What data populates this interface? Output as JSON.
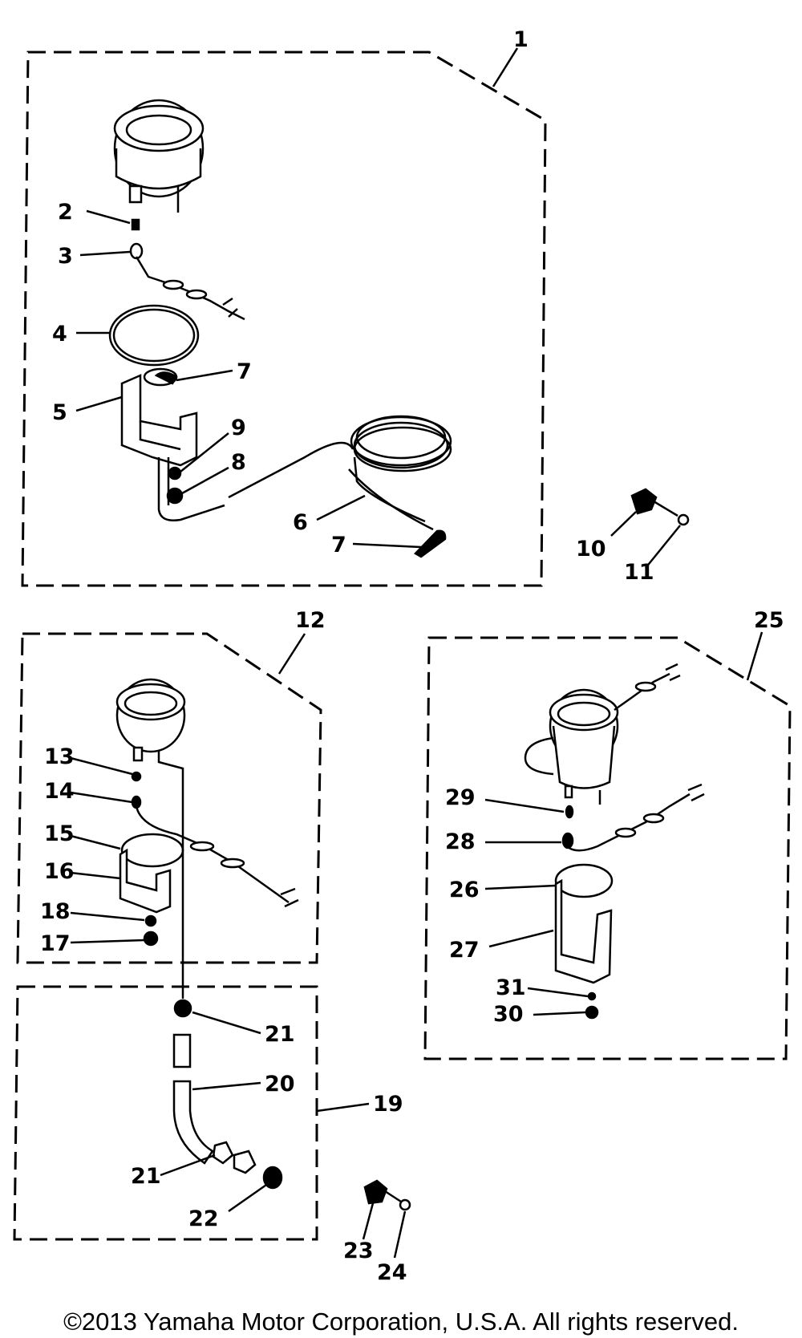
{
  "labels": {
    "l1": "1",
    "l2": "2",
    "l3": "3",
    "l4": "4",
    "l5": "5",
    "l6": "6",
    "l7a": "7",
    "l7b": "7",
    "l8": "8",
    "l9": "9",
    "l10": "10",
    "l11": "11",
    "l12": "12",
    "l13": "13",
    "l14": "14",
    "l15": "15",
    "l16": "16",
    "l17": "17",
    "l18": "18",
    "l19": "19",
    "l20": "20",
    "l21a": "21",
    "l21b": "21",
    "l22": "22",
    "l23": "23",
    "l24": "24",
    "l25": "25",
    "l26": "26",
    "l27": "27",
    "l28": "28",
    "l29": "29",
    "l30": "30",
    "l31": "31"
  },
  "copyright": "©2013 Yamaha Motor Corporation, U.S.A. All rights reserved."
}
